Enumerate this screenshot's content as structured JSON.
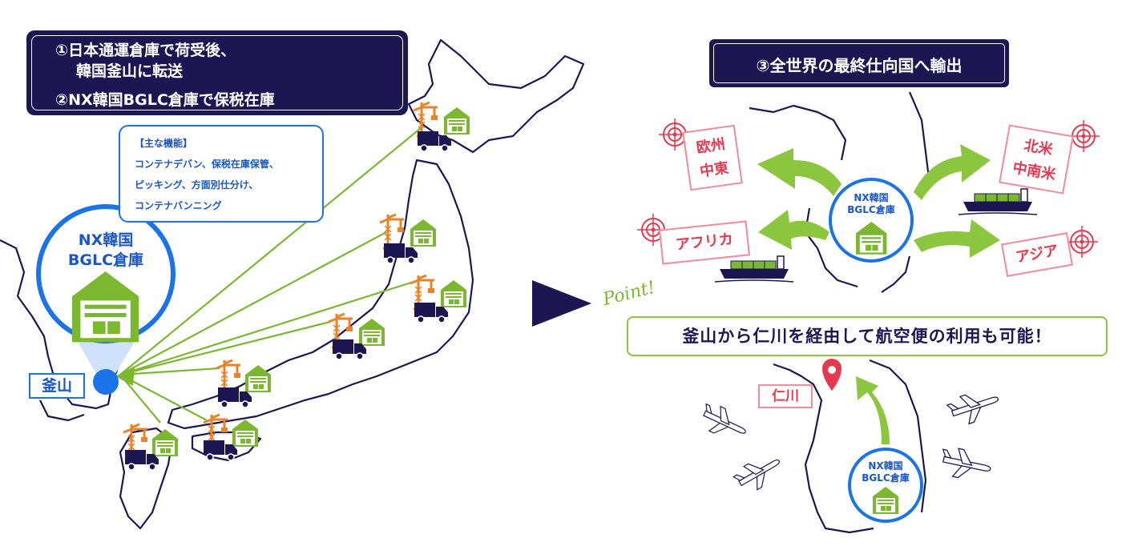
{
  "step12": {
    "line1": "①日本通運倉庫で荷受後、",
    "line2": "韓国釜山に転送",
    "line3": "②NX韓国BGLC倉庫で保税在庫"
  },
  "functions": {
    "title": "【主な機能】",
    "line1": "コンテナデバン、保税在庫保管、",
    "line2": "ピッキング、方面別仕分け、",
    "line3": "コンテナバンニング"
  },
  "warehouse_main": {
    "line1": "NX韓国",
    "line2": "BGLC倉庫"
  },
  "busan_label": "釜山",
  "step3": "③全世界の最終仕向国へ輸出",
  "warehouse_export": {
    "line1": "NX韓国",
    "line2": "BGLC倉庫"
  },
  "destinations": {
    "europe": "欧州",
    "middle_east": "中東",
    "north_america": "北米",
    "latin_america": "中南米",
    "africa": "アフリカ",
    "asia": "アジア"
  },
  "point_label": "Point!",
  "point_text": "釜山から仁川を経由して航空便の利用も可能！",
  "incheon_label": "仁川",
  "warehouse_air": {
    "line1": "NX韓国",
    "line2": "BGLC倉庫"
  },
  "colors": {
    "navy": "#1c1753",
    "blue": "#1a73e8",
    "green": "#7cb82f",
    "orange": "#e8832a",
    "pink": "#e8384f"
  }
}
